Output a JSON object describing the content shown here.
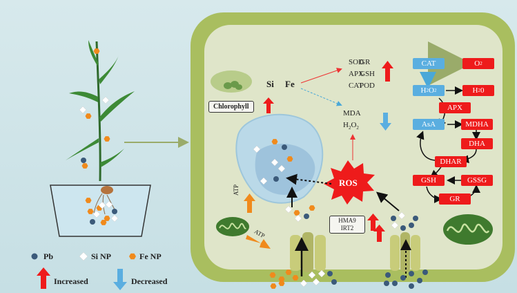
{
  "legend": {
    "pb": "Pb",
    "si_np": "Si NP",
    "fe_np": "Fe NP",
    "increased": "Increased",
    "decreased": "Decreased"
  },
  "cell": {
    "si": "Si",
    "fe": "Fe",
    "chlorophyll": "Chlorophyll",
    "enzymes_left": [
      "SOD",
      "APX",
      "CAT"
    ],
    "enzymes_right": [
      "GR",
      "GSH",
      "POD"
    ],
    "mda": "MDA",
    "h2o2_base": "H",
    "ros": "ROS",
    "atp": "ATP",
    "transporters": [
      "HMA9",
      "IRT2"
    ]
  },
  "cycle": {
    "cat": "CAT",
    "o2": "O",
    "h2o2": "H",
    "h2o": "H",
    "apx": "APX",
    "asa": "AsA",
    "mdha": "MDHA",
    "dha": "DHA",
    "dhar": "DHAR",
    "gsh": "GSH",
    "gssg": "GSSG",
    "gr": "GR"
  },
  "colors": {
    "pb": "#3b5a7a",
    "fe": "#f08a1c",
    "increase": "#ee1b1b",
    "decrease": "#5aaee0",
    "cell_wall": "#a9be5f",
    "cytoplasm": "#dfe5c9"
  }
}
